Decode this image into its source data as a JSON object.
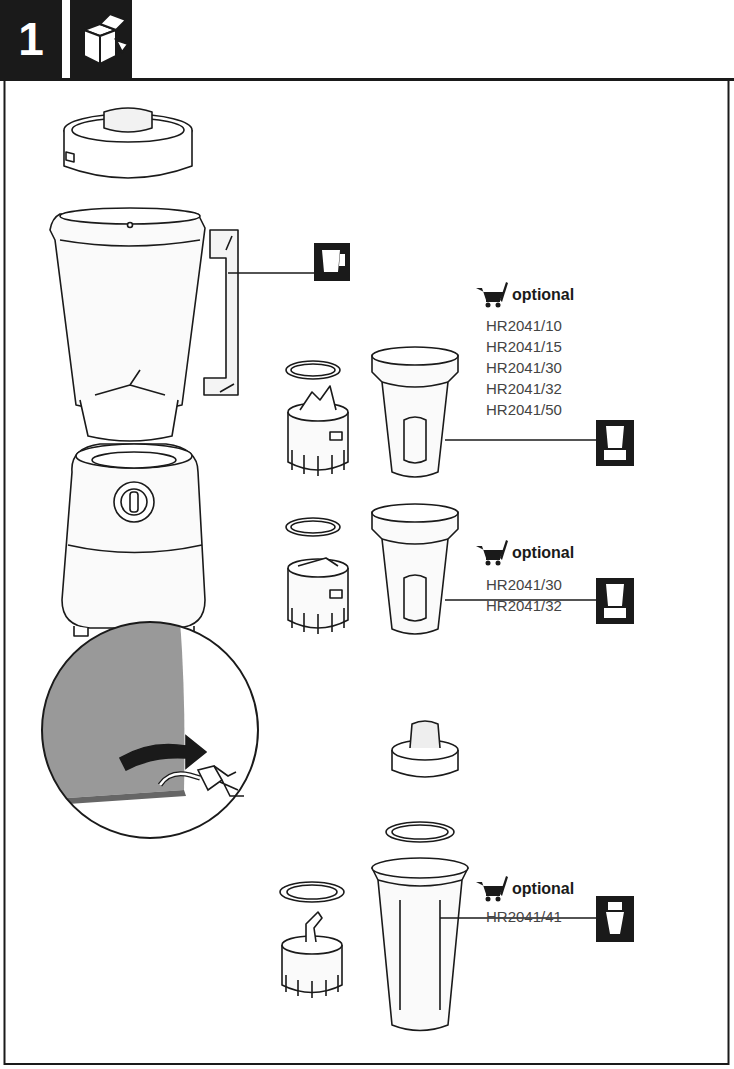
{
  "diagram": {
    "nodes": [
      {
        "text": [
          "1"
        ]
      }
    ],
    "labels": [
      "optional",
      "HR2041/10",
      "HR2041/15",
      "HR2041/30",
      "HR2041/32",
      "HR2041/50",
      "optional",
      "HR2041/30",
      "HR2041/32",
      "optional",
      "HR2041/41"
    ]
  }
}
